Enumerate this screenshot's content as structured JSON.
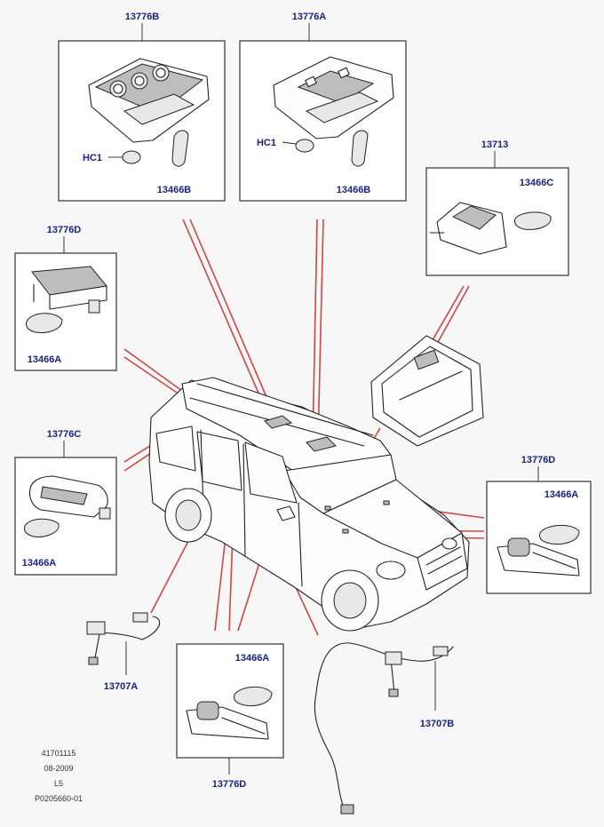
{
  "labels": {
    "p13776B": "13776B",
    "p13776A": "13776A",
    "p13713": "13713",
    "p13466C": "13466C",
    "p13776D_left": "13776D",
    "p13466A_left": "13466A",
    "p13776C": "13776C",
    "p13466A_c": "13466A",
    "p13776D_right": "13776D",
    "p13466A_right": "13466A",
    "hc1_b": "HC1",
    "hc1_a": "HC1",
    "p13466B_b": "13466B",
    "p13466B_a": "13466B",
    "p13707A": "13707A",
    "p13466A_bottom": "13466A",
    "p13776D_bottom": "13776D",
    "p13707B": "13707B"
  },
  "footer": {
    "line1": "41701115",
    "line2": "08-2009",
    "line3": "L5",
    "line4": "P0205660-01"
  },
  "colors": {
    "label": "#1a237e",
    "leader": "#c62828"
  }
}
